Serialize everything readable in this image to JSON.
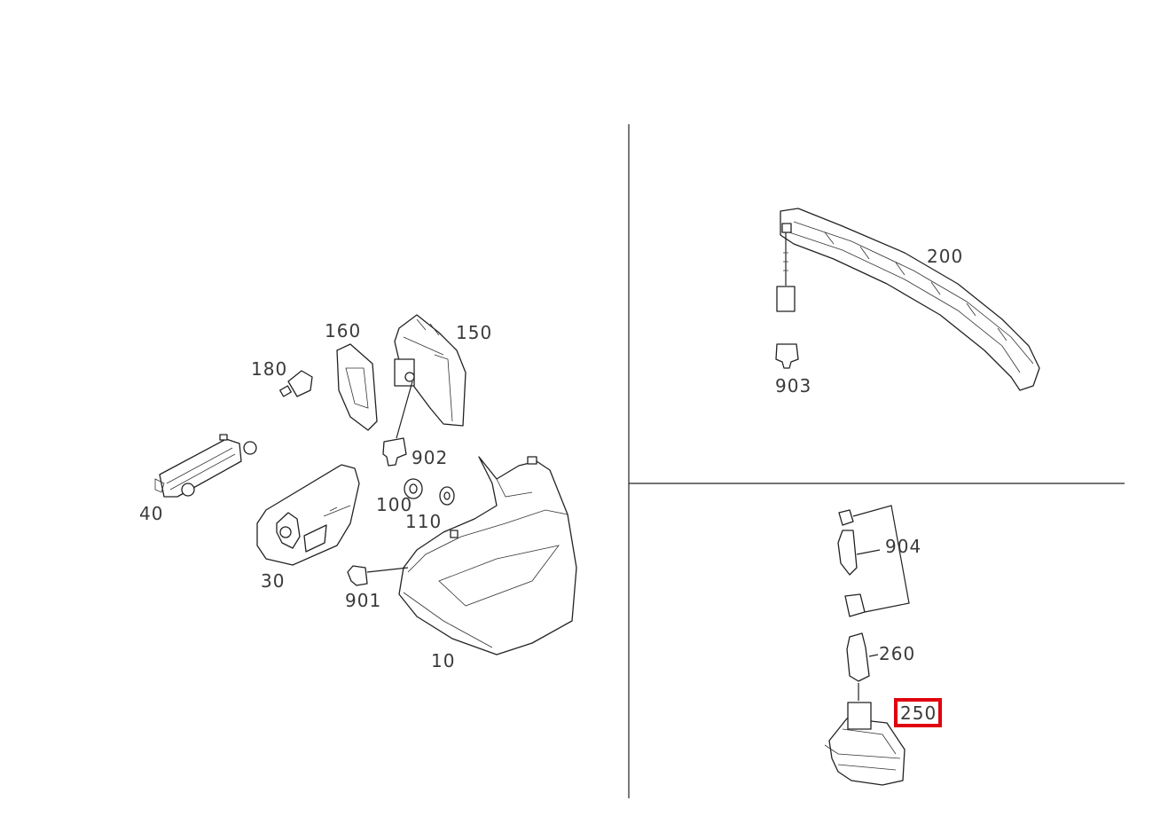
{
  "callouts": {
    "p10": "10",
    "p30": "30",
    "p40": "40",
    "p100": "100",
    "p110": "110",
    "p150": "150",
    "p160": "160",
    "p180": "180",
    "p200": "200",
    "p250": "250",
    "p260": "260",
    "p901": "901",
    "p902": "902",
    "p903": "903",
    "p904": "904"
  },
  "highlight": {
    "callout": "250",
    "color": "#e0000f"
  }
}
